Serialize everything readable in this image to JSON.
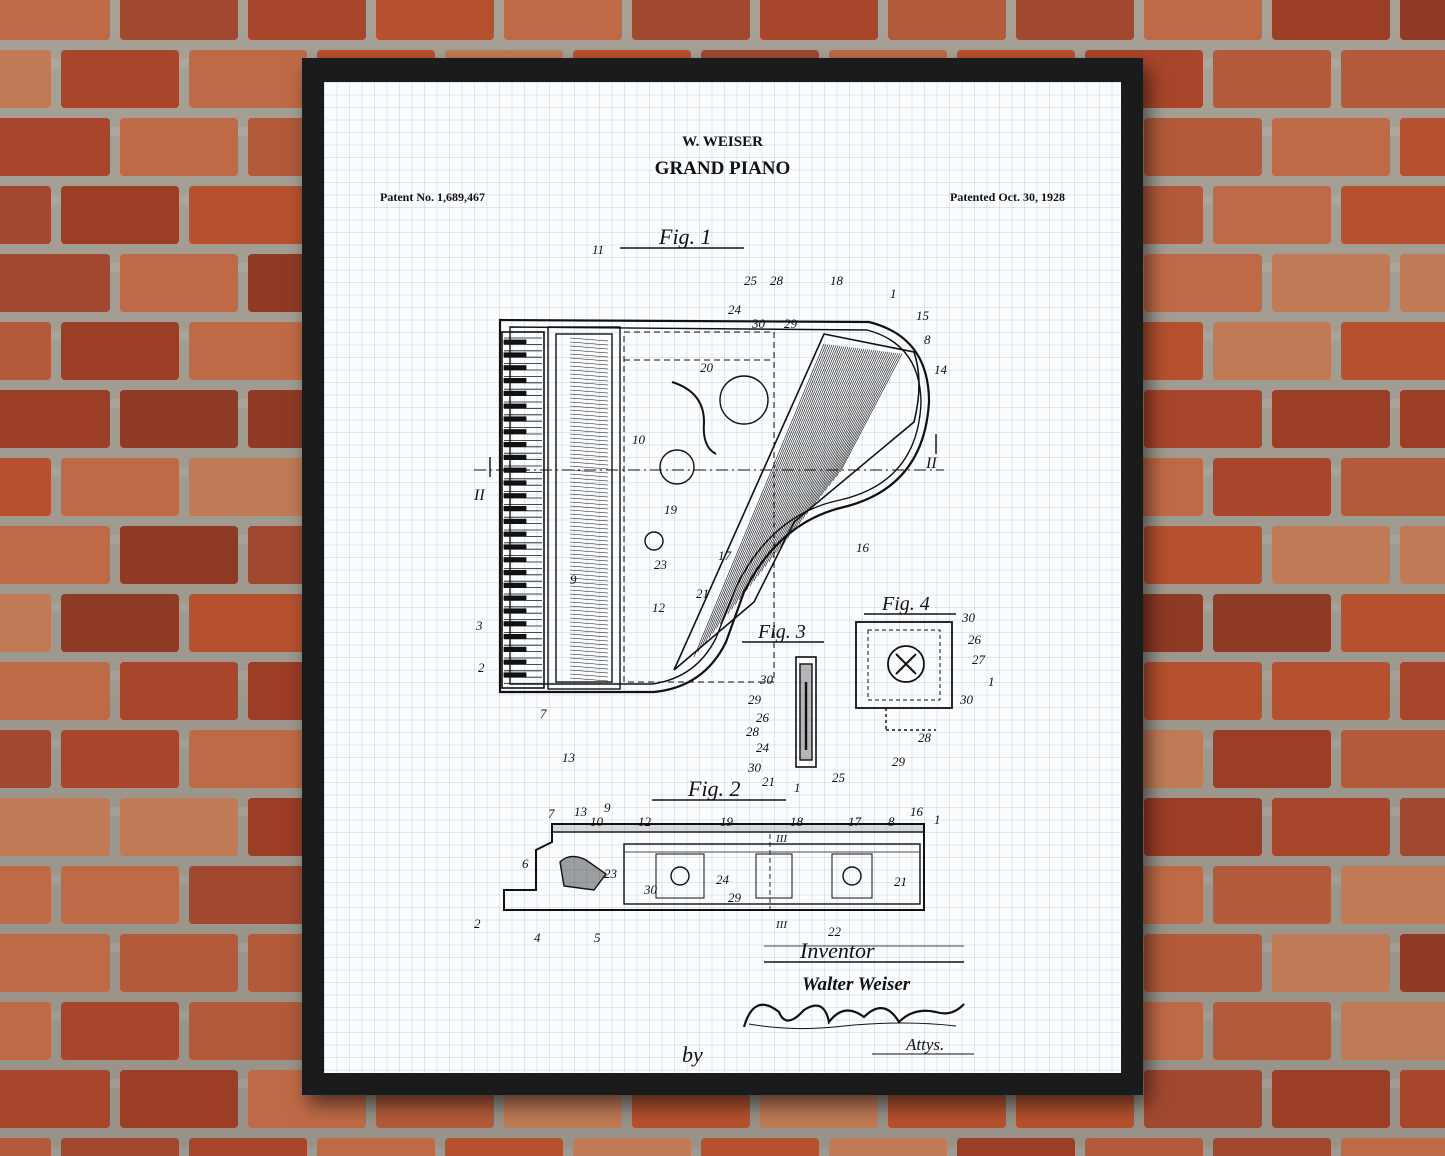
{
  "header": {
    "inventor": "W. WEISER",
    "title": "GRAND PIANO",
    "patent_number": "Patent No. 1,689,467",
    "patent_date": "Patented Oct. 30, 1928"
  },
  "figures": {
    "fig1": "Fig. 1",
    "fig2": "Fig. 2",
    "fig3": "Fig. 3",
    "fig4": "Fig. 4"
  },
  "section_marker": "II",
  "section_marker_3": "III",
  "signature": {
    "inventor_label": "Inventor",
    "inventor_name": "Walter Weiser",
    "by": "by",
    "attys": "Attys."
  },
  "colors": {
    "frame": "#1b1b1b",
    "paper": "#fbfcfe",
    "ink": "#111111",
    "brick": "#a9452b"
  }
}
